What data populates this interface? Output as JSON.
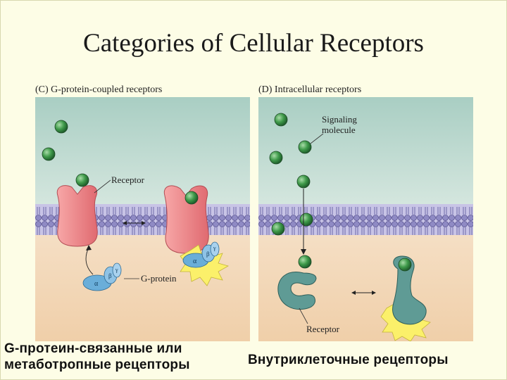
{
  "title": "Categories of Cellular Receptors",
  "panel_c": {
    "label": "(C)  G-protein-coupled receptors",
    "receptor_label": "Receptor",
    "gprotein_label": "G-protein",
    "alpha": "α",
    "beta": "β",
    "gamma": "γ"
  },
  "panel_d": {
    "label": "(D)  Intracellular receptors",
    "signal_label_1": "Signaling",
    "signal_label_2": "molecule",
    "receptor_label": "Receptor"
  },
  "captions": {
    "left_line1": "G-протеин-связанные или",
    "left_line2": "метаботропные рецепторы",
    "right": "Внутриклеточные рецепторы"
  },
  "colors": {
    "background": "#fdfde6",
    "outside": "#bcd7cf",
    "inside": "#f4dcc0",
    "membrane": "#8f8ac4",
    "receptor": "#f28b8e",
    "gprotein": "#6aaed9",
    "ligand": "#3f9a4a",
    "intracellular_receptor": "#5f9b95",
    "activation": "#fbf06a"
  }
}
